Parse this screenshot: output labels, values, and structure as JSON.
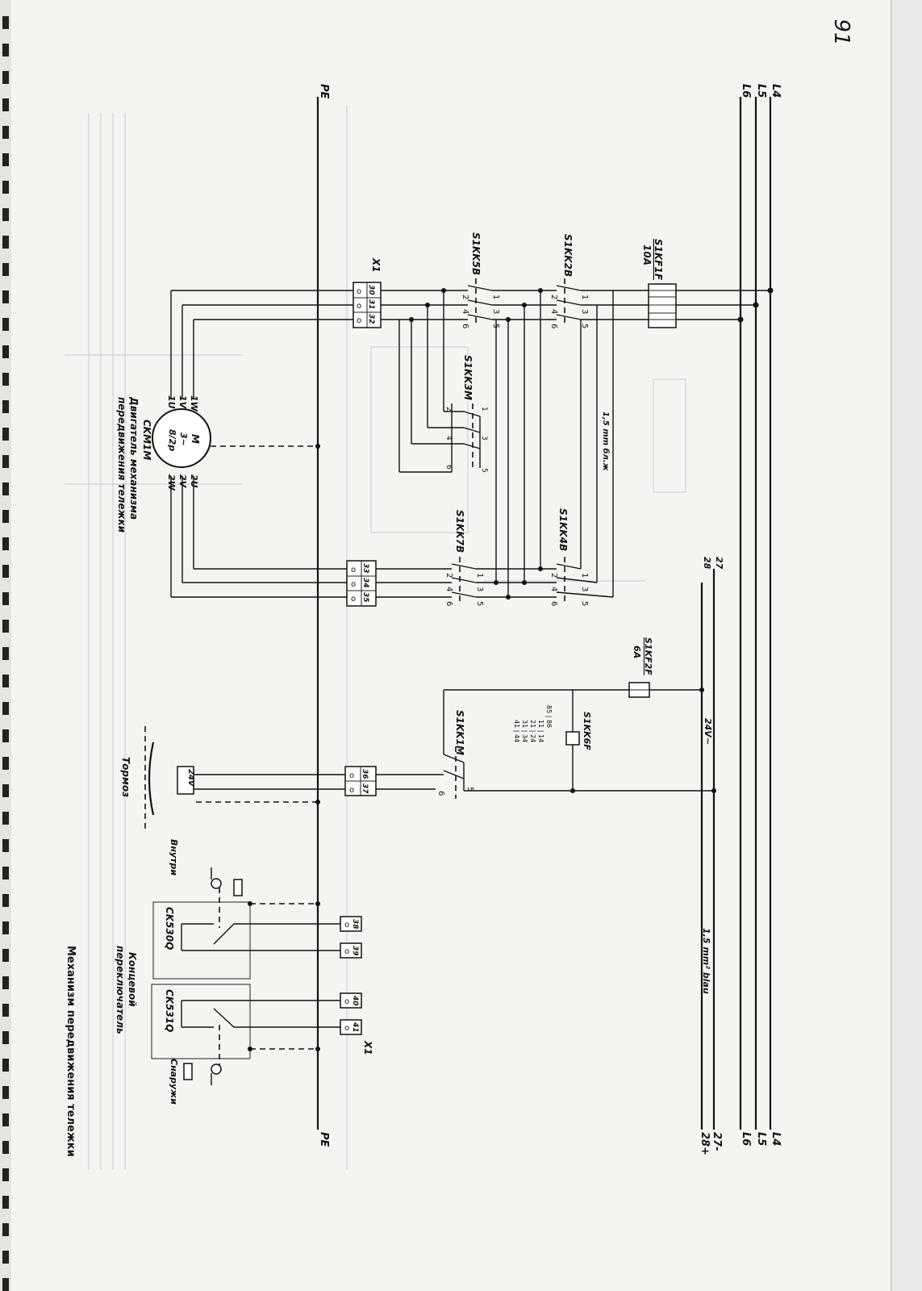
{
  "page_number": "91",
  "bus_top": [
    "L4",
    "L5",
    "L6"
  ],
  "bus_bottom": [
    "L4",
    "L5",
    "L6",
    "27-",
    "28+"
  ],
  "pe_labels": [
    "PE",
    "PE"
  ],
  "fuse1": {
    "name": "S1KF1F",
    "rating": "10A"
  },
  "fuse2": {
    "name": "S1KF2F",
    "rating": "6A"
  },
  "contactors": [
    "S1KK2B",
    "S1KK5B",
    "S1KK3M",
    "S1KK4B",
    "S1KK7B",
    "S1KK1M",
    "S1KK6F"
  ],
  "contact_numbers": [
    "1",
    "3",
    "5",
    "2",
    "4",
    "6"
  ],
  "terminal_groups": {
    "x1_top": [
      "30",
      "31",
      "32"
    ],
    "x1_mid": [
      "33",
      "34",
      "35"
    ],
    "brake": [
      "36",
      "37"
    ],
    "limit_a": [
      "38",
      "39"
    ],
    "limit_b": [
      "40",
      "41"
    ]
  },
  "terminal_strip": "X1",
  "terminal_mark": "o",
  "motor": {
    "id": "CKM1M",
    "symbol": [
      "M",
      "3~",
      "8/2p"
    ],
    "terminals_left": [
      "1W",
      "1V",
      "1U"
    ],
    "terminals_right": [
      "2U",
      "2V",
      "2W"
    ],
    "desc_line1": "Двигатель механизма",
    "desc_line2": "передвижения тележки"
  },
  "wire_note1": "1,5 mm  бл.ж",
  "wire_note2": "1,5 mm² blau",
  "ctrl_lines": [
    "27",
    "28"
  ],
  "supply_24": "24V~",
  "brake": {
    "voltage": "24V",
    "label": "Тормоз"
  },
  "relay_contacts": [
    "11 | 14",
    "21 | 24",
    "31 | 34",
    "41 | 44",
    "85 | 86"
  ],
  "limit_switch_a": "CK530Q",
  "limit_switch_b": "CK531Q",
  "inside": "Внутри",
  "outside": "Снаружи",
  "limit_label1": "Концевой",
  "limit_label2": "переключатель",
  "footer_title": "Механизм передвижения тележки"
}
